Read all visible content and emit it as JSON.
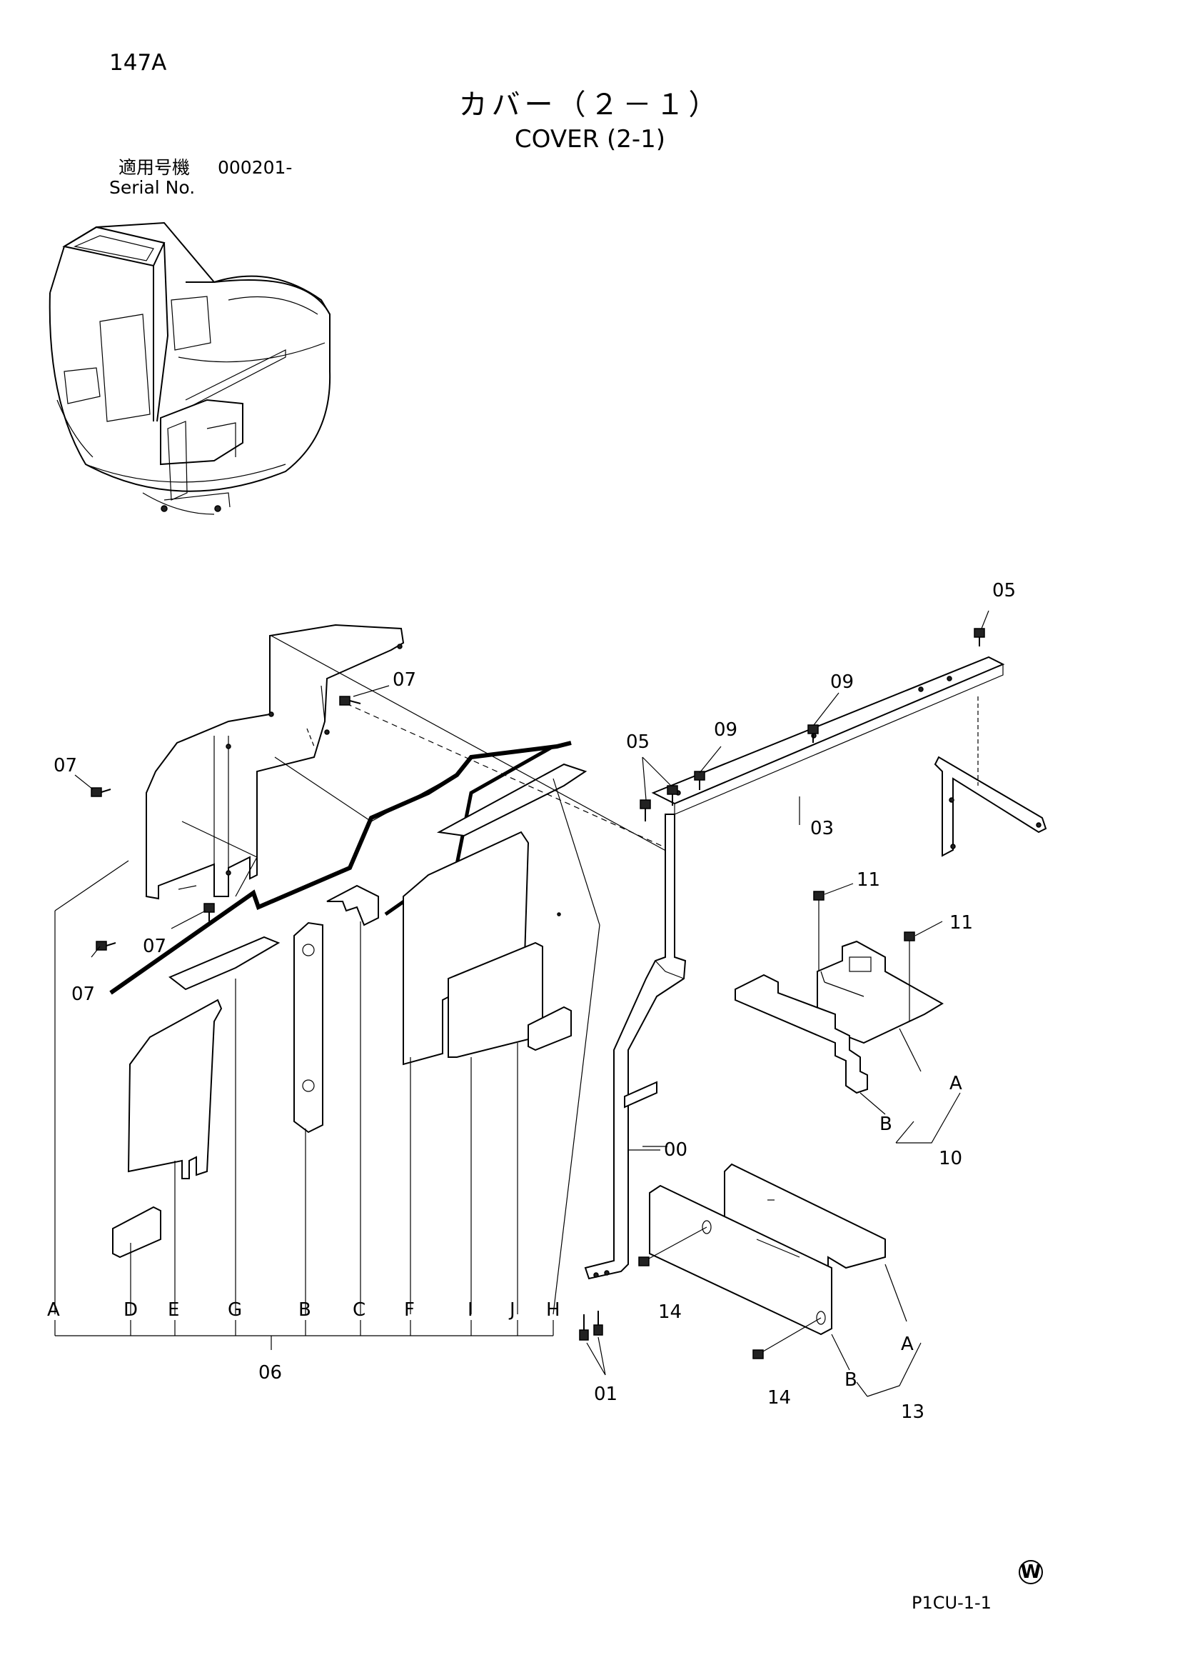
{
  "header": {
    "page_id": "147A",
    "title_jp": "カバー（２－１）",
    "title_en": "COVER (2-1)",
    "serial_label_jp": "適用号機",
    "serial_value": "000201-",
    "serial_label_en": "Serial No."
  },
  "callouts": {
    "c00": "00",
    "c01": "01",
    "c03": "03",
    "c05a": "05",
    "c05b": "05",
    "c06": "06",
    "c07a": "07",
    "c07b": "07",
    "c07c": "07",
    "c07d": "07",
    "c09a": "09",
    "c09b": "09",
    "c10": "10",
    "c11a": "11",
    "c11b": "11",
    "c13": "13",
    "c14a": "14",
    "c14b": "14"
  },
  "letters_06": [
    "A",
    "D",
    "E",
    "G",
    "B",
    "C",
    "F",
    "I",
    "J",
    "H"
  ],
  "letters_10": [
    "A",
    "B"
  ],
  "letters_13": [
    "A",
    "B"
  ],
  "footer": {
    "mark": "W",
    "drawing_code": "P1CU-1-1"
  }
}
